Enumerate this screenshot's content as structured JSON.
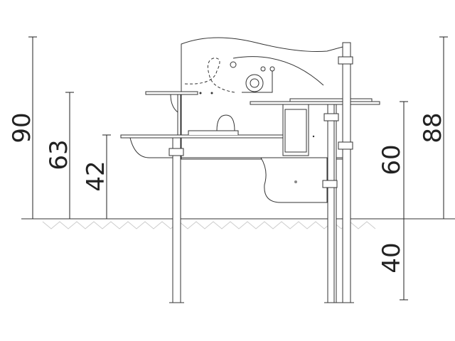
{
  "dimensions": {
    "total_height": "90",
    "upper_platform_height": "63",
    "table_height": "42",
    "right_platform_height": "60",
    "post_height": "88",
    "foundation_depth": "40"
  },
  "colors": {
    "line": "#333333",
    "ground_hatch": "#cccccc"
  }
}
